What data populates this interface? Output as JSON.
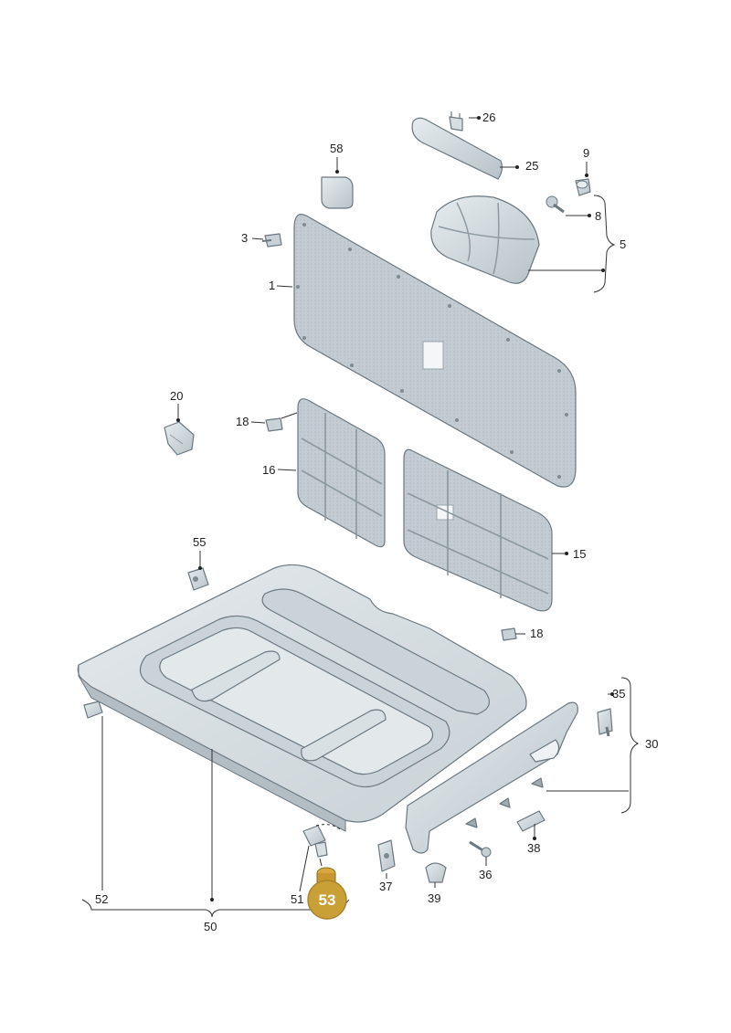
{
  "callouts": {
    "p1": "1",
    "p3": "3",
    "p5": "5",
    "p8": "8",
    "p9": "9",
    "p15": "15",
    "p16": "16",
    "p18a": "18",
    "p18b": "18",
    "p20": "20",
    "p25": "25",
    "p26": "26",
    "p30": "30",
    "p35": "35",
    "p36": "36",
    "p37": "37",
    "p38": "38",
    "p39": "39",
    "p50": "50",
    "p51": "51",
    "p52": "52",
    "p55": "55",
    "p58": "58"
  },
  "highlight": {
    "label": "53",
    "color": "#c9a036"
  },
  "colors": {
    "panel": "#d5dde2",
    "panel_dark": "#b9c4ca",
    "outline": "#6b7880"
  }
}
